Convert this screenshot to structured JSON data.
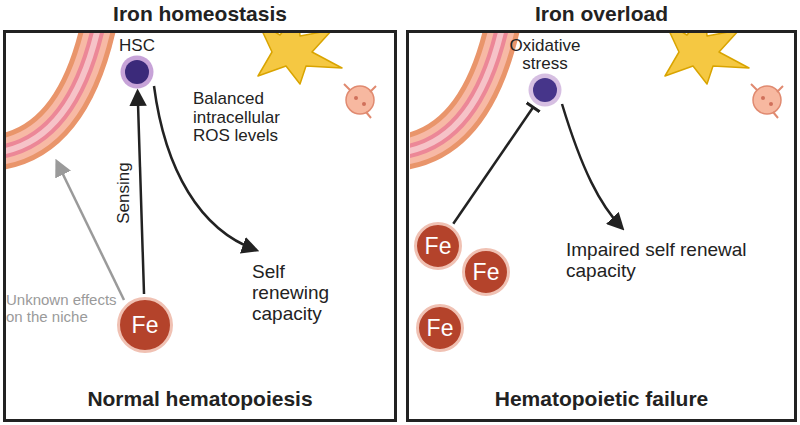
{
  "diagram": {
    "nodes": [
      {
        "text": [
          "Iron homeostasis",
          "Normal hematopoiesis"
        ]
      },
      {
        "text": [
          "HSC"
        ],
        "in": 0
      },
      {
        "text": [
          "Fe"
        ],
        "in": 0
      },
      {
        "text": [
          "Iron overload",
          "Hematopoietic failure"
        ]
      },
      {
        "text": [
          "Oxidative stress"
        ],
        "in": 3
      },
      {
        "text": [
          "Fe"
        ],
        "in": 3
      },
      {
        "text": [
          "Fe"
        ],
        "in": 3
      },
      {
        "text": [
          "Fe"
        ],
        "in": 3
      }
    ],
    "edges": [
      {
        "from": 2,
        "to": 1,
        "label": "Sensing",
        "arrow": "to"
      },
      {
        "from": 5,
        "to": 4,
        "arrow": "to"
      }
    ],
    "labels": [
      "Balanced intracellular ROS levels",
      "Self renewing capacity",
      "Unknown effects on the niche",
      "Impaired self renewal capacity"
    ]
  }
}
